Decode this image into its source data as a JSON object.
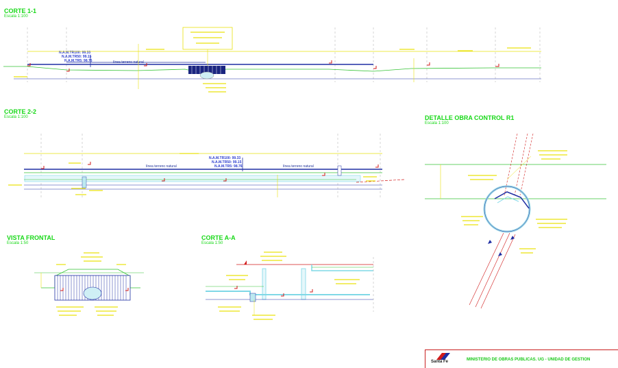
{
  "sections": {
    "corte11": {
      "title": "CORTE 1-1",
      "scale": "Escala 1:100"
    },
    "corte22": {
      "title": "CORTE 2-2",
      "scale": "Escala 1:100"
    },
    "detalle": {
      "title": "DETALLE OBRA CONTROL R1",
      "scale": "Escala 1:100"
    },
    "vista": {
      "title": "VISTA FRONTAL",
      "scale": "Escala 1:50"
    },
    "corteaa": {
      "title": "CORTE A-A",
      "scale": "Escala 1:50"
    }
  },
  "corte11_levels": [
    "N.A.M.TR100: 99.33",
    "N.A.M.TR50: 99.15",
    "N.A.M.TR5: 98.76"
  ],
  "corte22_levels": [
    "N.A.M.TR100: 99.33",
    "N.A.M.TR50: 99.15",
    "N.A.M.TR5: 98.76"
  ],
  "terrain_label": "línea terreno natural",
  "footer": {
    "ministry": "MINISTERIO DE OBRAS PUBLICAS. UG - UNIDAD DE GESTION",
    "logo": "Santa Fe"
  },
  "colors": {
    "green": "#17d817",
    "blue": "#1f2fa3",
    "yellow": "#e9e20c",
    "red": "#d11a1a",
    "cyan": "#7fd8e6"
  }
}
